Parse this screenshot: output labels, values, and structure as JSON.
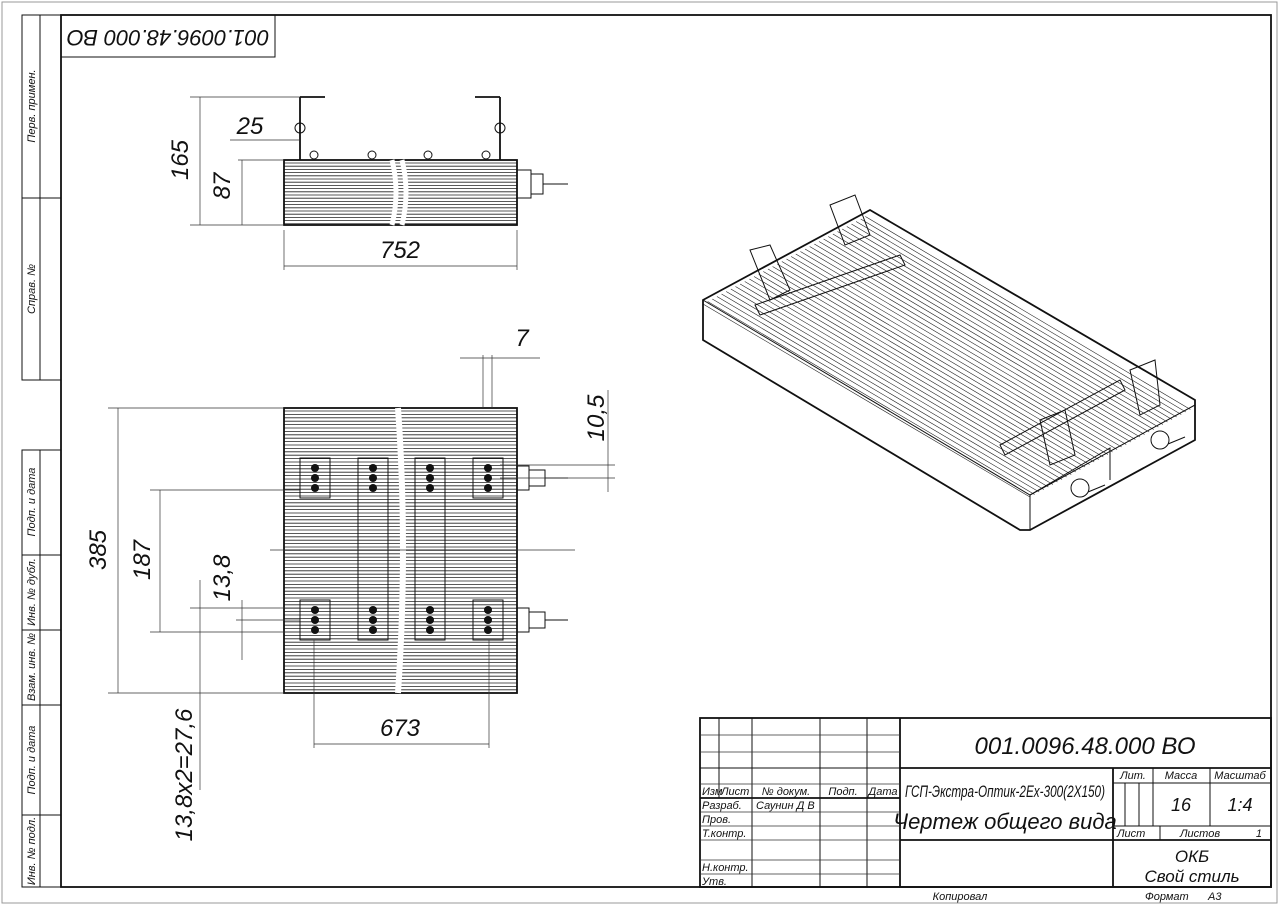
{
  "stamp_rotated": "001.0096.48.000 ВО",
  "left_strip": {
    "top": [
      "Перв. примен.",
      "Справ. №"
    ],
    "bottom": [
      "Подп. и дата",
      "Инв. № дубл.",
      "Взам. инв. №",
      "Подп. и дата",
      "Инв. № подл."
    ]
  },
  "dimensions": {
    "top_view": {
      "height_total": "165",
      "height_body": "87",
      "offset": "25",
      "length": "752"
    },
    "plan_view": {
      "gap": "7",
      "hole_offset": "10,5",
      "width": "385",
      "mount_spacing": "187",
      "hole_pitch": "13,8",
      "hole_pitch_total": "13,8х2=27,6",
      "mount_length": "673"
    }
  },
  "title_block": {
    "document_code": "001.0096.48.000 ВО",
    "product_name": "ГСП-Экстра-Оптик-2Ex-300(2Х150)",
    "document_type": "Чертеж общего вида",
    "headers": {
      "izm": "Изм",
      "list": "Лист",
      "doc_no": "№ докум.",
      "sign": "Подп.",
      "date": "Дата"
    },
    "roles": [
      "Разраб.",
      "Пров.",
      "Т.контр.",
      "Н.контр.",
      "Утв."
    ],
    "developer": "Саунин Д В",
    "lit_label": "Лит.",
    "mass_label": "Масса",
    "scale_label": "Масштаб",
    "mass": "16",
    "scale": "1:4",
    "sheet_label": "Лист",
    "sheets_label": "Листов",
    "sheets": "1",
    "org_line1": "ОКБ",
    "org_line2": "Свой стиль",
    "copied_label": "Копировал",
    "format_label": "Формат",
    "format": "А3"
  }
}
